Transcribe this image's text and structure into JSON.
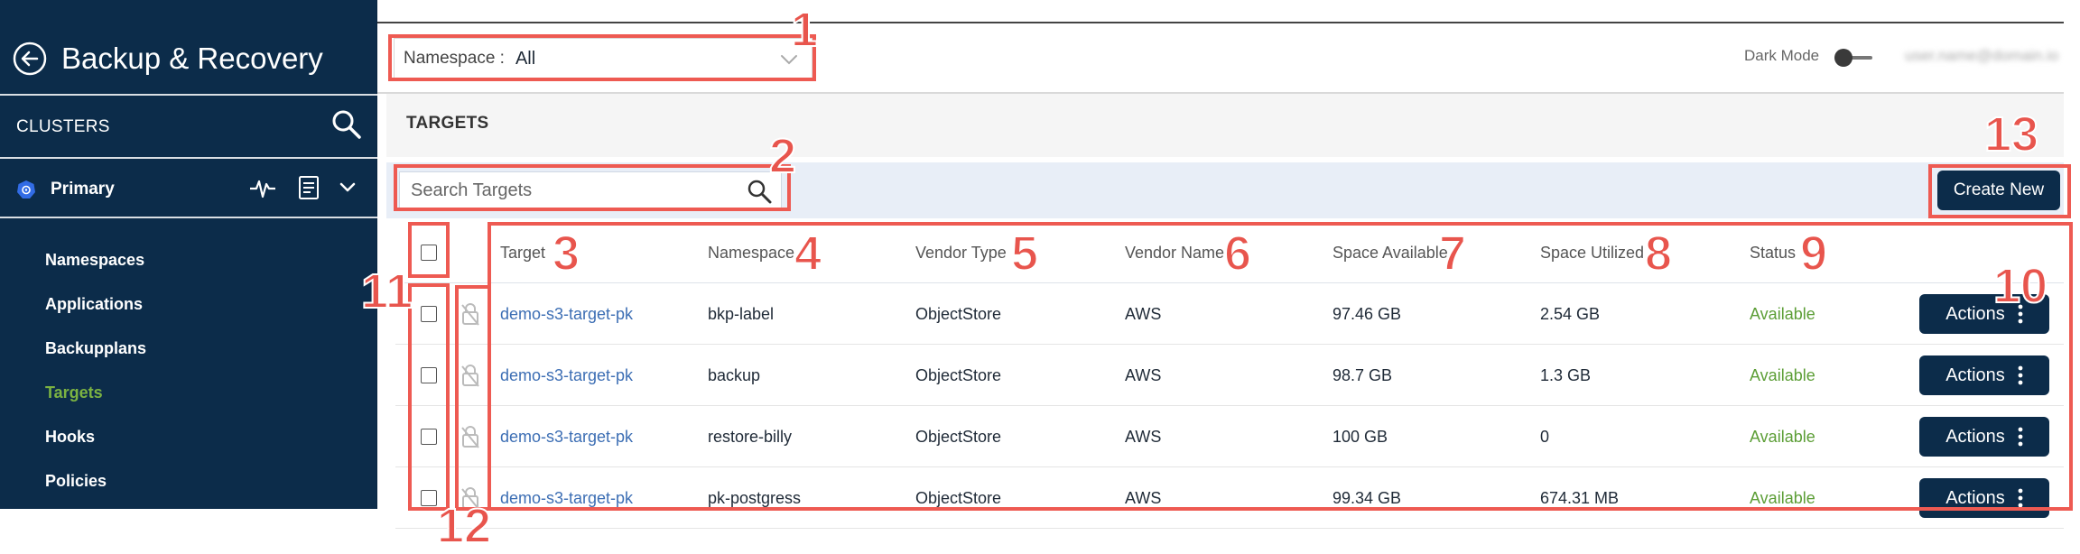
{
  "sidebar": {
    "title": "Backup & Recovery",
    "clusters_label": "CLUSTERS",
    "cluster_name": "Primary",
    "nav_items": [
      {
        "label": "Namespaces",
        "active": false
      },
      {
        "label": "Applications",
        "active": false
      },
      {
        "label": "Backupplans",
        "active": false
      },
      {
        "label": "Targets",
        "active": true
      },
      {
        "label": "Hooks",
        "active": false
      },
      {
        "label": "Policies",
        "active": false
      }
    ]
  },
  "topbar": {
    "namespace_label": "Namespace :",
    "namespace_value": "All",
    "dark_mode_label": "Dark Mode",
    "user_email": "user.name@domain.io"
  },
  "section": {
    "title": "TARGETS"
  },
  "search": {
    "placeholder": "Search Targets"
  },
  "create_button": "Create New",
  "table": {
    "headers": {
      "target": "Target",
      "namespace": "Namespace",
      "vendor_type": "Vendor Type",
      "vendor_name": "Vendor Name",
      "space_available": "Space Available",
      "space_utilized": "Space Utilized",
      "status": "Status"
    },
    "rows": [
      {
        "target": "demo-s3-target-pk",
        "namespace": "bkp-label",
        "vendor_type": "ObjectStore",
        "vendor_name": "AWS",
        "space_available": "97.46 GB",
        "space_utilized": "2.54 GB",
        "status": "Available",
        "action": "Actions"
      },
      {
        "target": "demo-s3-target-pk",
        "namespace": "backup",
        "vendor_type": "ObjectStore",
        "vendor_name": "AWS",
        "space_available": "98.7 GB",
        "space_utilized": "1.3 GB",
        "status": "Available",
        "action": "Actions"
      },
      {
        "target": "demo-s3-target-pk",
        "namespace": "restore-billy",
        "vendor_type": "ObjectStore",
        "vendor_name": "AWS",
        "space_available": "100 GB",
        "space_utilized": "0",
        "status": "Available",
        "action": "Actions"
      },
      {
        "target": "demo-s3-target-pk",
        "namespace": "pk-postgress",
        "vendor_type": "ObjectStore",
        "vendor_name": "AWS",
        "space_available": "99.34 GB",
        "space_utilized": "674.31 MB",
        "status": "Available",
        "action": "Actions"
      }
    ]
  },
  "annotations": [
    "1",
    "2",
    "3",
    "4",
    "5",
    "6",
    "7",
    "8",
    "9",
    "10",
    "11",
    "12",
    "13"
  ],
  "colors": {
    "sidebar_bg": "#0c2c4a",
    "active_nav": "#7cb342",
    "link": "#3c6eb4",
    "status_available": "#5c9e36",
    "annotation": "#ee5a52",
    "button_bg": "#0c2c4a"
  },
  "icons": [
    "back-arrow-icon",
    "search-icon",
    "kubernetes-icon",
    "pulse-icon",
    "document-icon",
    "chevron-down-icon",
    "lock-icon",
    "more-vertical-icon"
  ]
}
